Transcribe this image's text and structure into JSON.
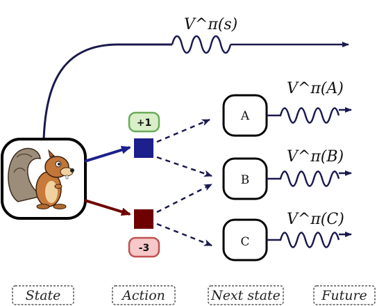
{
  "labels": {
    "value_state": "V^π(s)",
    "value_a": "V^π(A)",
    "value_b": "V^π(B)",
    "value_c": "V^π(C)"
  },
  "nodes": {
    "a": "A",
    "b": "B",
    "c": "C"
  },
  "rewards": {
    "top": "+1",
    "bottom": "-3"
  },
  "captions": [
    "State",
    "Action",
    "Next state",
    "Future"
  ],
  "colors": {
    "navy": "#1a1a4e",
    "action_blue": "#1c1f8c",
    "action_red": "#6e0000",
    "reward_pos_fill": "#d8efc8",
    "reward_pos_stroke": "#6aab5a",
    "reward_neg_fill": "#f6c8c8",
    "reward_neg_stroke": "#c05050"
  }
}
